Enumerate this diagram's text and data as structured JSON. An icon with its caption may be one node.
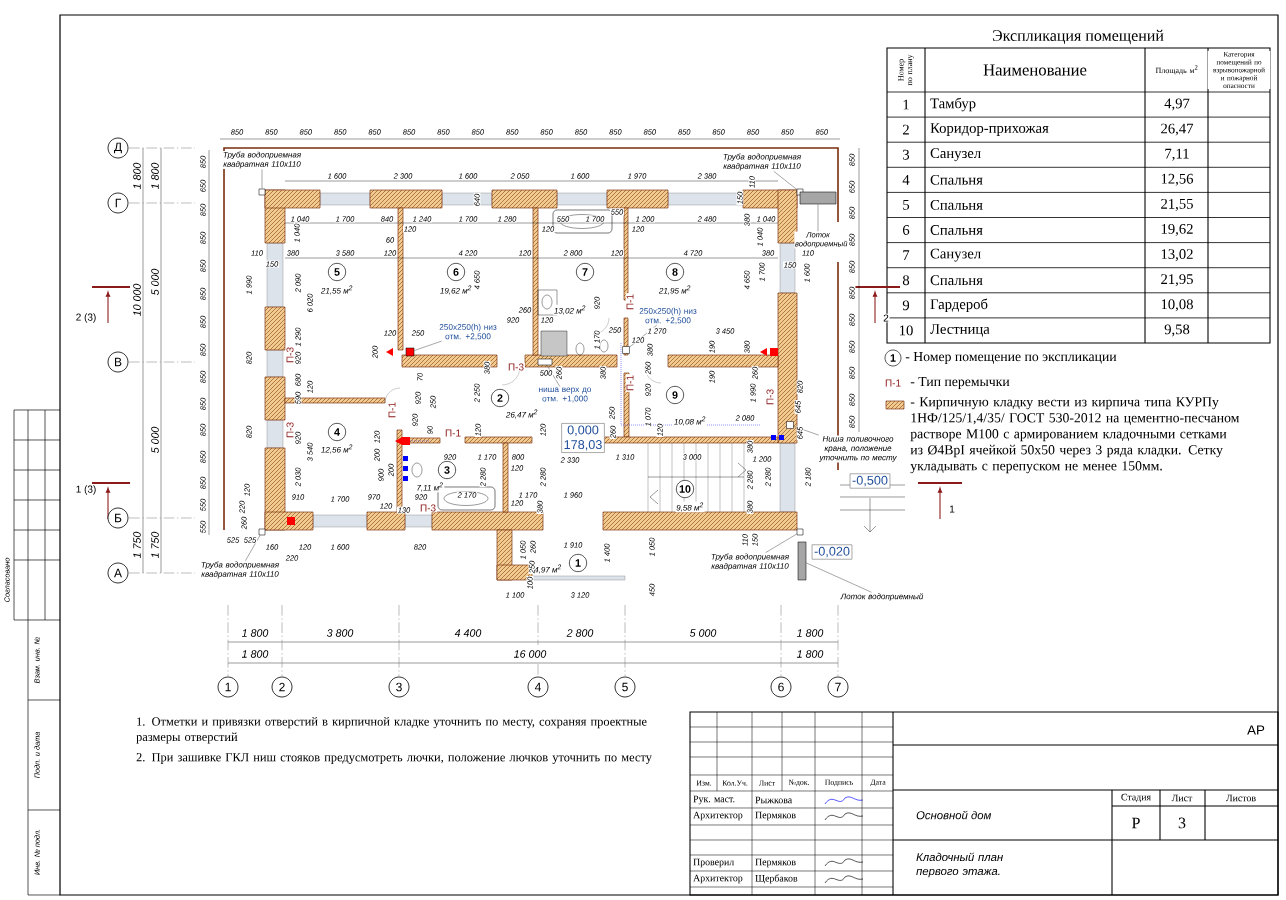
{
  "diagram": {
    "nodes": [
      {
        "text": [
          "Д"
        ]
      },
      {
        "text": [
          "Г"
        ]
      },
      {
        "text": [
          "В"
        ]
      },
      {
        "text": [
          "Б"
        ]
      },
      {
        "text": [
          "А"
        ]
      },
      {
        "text": [
          "1"
        ]
      },
      {
        "text": [
          "2"
        ]
      },
      {
        "text": [
          "3"
        ]
      },
      {
        "text": [
          "4"
        ]
      },
      {
        "text": [
          "5"
        ]
      },
      {
        "text": [
          "6"
        ]
      },
      {
        "text": [
          "7"
        ]
      },
      {
        "text": [
          "1"
        ],
        "beside": [
          "4,97 м$^{2}$"
        ]
      },
      {
        "text": [
          "2"
        ],
        "beside": [
          "26,47 м$^{2}$"
        ]
      },
      {
        "text": [
          "3"
        ],
        "beside": [
          "7,11 м$^{2}$"
        ]
      },
      {
        "text": [
          "4"
        ],
        "beside": [
          "12,56 м$^{2}$"
        ]
      },
      {
        "text": [
          "5"
        ],
        "beside": [
          "21,55 м$^{2}$"
        ]
      },
      {
        "text": [
          "6"
        ],
        "beside": [
          "19,62 м$^{2}$"
        ]
      },
      {
        "text": [
          "7"
        ],
        "beside": [
          "13,02 м$^{2}$"
        ]
      },
      {
        "text": [
          "8"
        ],
        "beside": [
          "21,95 м$^{2}$"
        ]
      },
      {
        "text": [
          "9"
        ],
        "beside": [
          "10,08 м$^{2}$"
        ]
      },
      {
        "text": [
          "10"
        ],
        "beside": [
          "9,58 м$^{2}$"
        ]
      },
      {
        "text": [
          "1"
        ]
      },
      {
        "text": [
          "Труба водоприемная квадратная 110x110"
        ]
      },
      {
        "text": [
          "Труба водоприемная квадратная 110x110"
        ]
      },
      {
        "text": [
          "Труба водоприемная квадратная 110x110"
        ]
      },
      {
        "text": [
          "Труба водоприемная квадратная 110x110"
        ]
      },
      {
        "text": [
          "Лоток водоприемный"
        ]
      },
      {
        "text": [
          "Лоток водоприемный"
        ]
      },
      {
        "text": [
          "Ниша поливочного крана, положение уточнить по месту"
        ]
      },
      {
        "text": [
          "250x250(h) низ отм. +2,500"
        ]
      },
      {
        "text": [
          "250x250(h) низ отм. +2,500"
        ]
      },
      {
        "text": [
          "ниша верх до отм. +1,000"
        ]
      },
      {
        "text": [
          "0,000",
          "178,03"
        ]
      },
      {
        "text": [
          "-0,500"
        ]
      },
      {
        "text": [
          "-0,020"
        ]
      },
      {
        "text": [],
        "shape": "box"
      },
      {
        "text": [],
        "shape": "box"
      },
      {
        "text": [],
        "shape": "box"
      },
      {
        "text": [],
        "shape": "box"
      },
      {
        "text": [],
        "shape": "box"
      },
      {
        "text": [],
        "shape": "box"
      },
      {
        "text": [],
        "shape": "box"
      },
      {
        "text": [],
        "shape": "box"
      },
      {
        "text": [],
        "shape": "box"
      },
      {
        "text": [],
        "shape": "box"
      }
    ],
    "edges": [
      {
        "from": 23,
        "to": 36,
        "arrow": "none"
      },
      {
        "from": 24,
        "to": 37,
        "arrow": "none"
      },
      {
        "from": 25,
        "to": 38,
        "arrow": "none"
      },
      {
        "from": 26,
        "to": 39,
        "arrow": "none"
      },
      {
        "from": 27,
        "to": 40,
        "arrow": "none"
      },
      {
        "from": 28,
        "to": 41,
        "arrow": "none"
      },
      {
        "from": 29,
        "to": 42,
        "arrow": "none"
      },
      {
        "from": 30,
        "to": 43,
        "arrow": "none"
      },
      {
        "from": 31,
        "to": 44,
        "arrow": "none"
      },
      {
        "from": 32,
        "to": 45,
        "arrow": "none"
      }
    ],
    "labels": [
      "Экспликация помещений",
      "Номер по плану",
      "Наименование",
      "Площадь м$^{2}$",
      "Категория помещений по взрывопожарной и пожарной опасности",
      "1",
      "Тамбур",
      "4,97",
      "2",
      "Коридор-прихожая",
      "26,47",
      "3",
      "Санузел",
      "7,11",
      "4",
      "Спальня",
      "12,56",
      "5",
      "Спальня",
      "21,55",
      "6",
      "Спальня",
      "19,62",
      "7",
      "Санузел",
      "13,02",
      "8",
      "Спальня",
      "21,95",
      "9",
      "Гардероб",
      "10,08",
      "10",
      "Лестница",
      "9,58",
      "П-1",
      "1. Отметки и привязки отверстий в кирпичной кладке уточнить по месту, сохраняя проектные размеры отверстий",
      "2. При зашивке ГКЛ ниш стояков предусмотреть лючки, положение лючков уточнить по месту",
      "Изм.",
      "Кол.Уч.",
      "Лист",
      "№док.",
      "Подпись",
      "Дата",
      "Рук. маст.",
      "Рыжкова",
      "Архитектор",
      "Пермяков",
      "Проверил",
      "Пермяков",
      "Архитектор",
      "Щербаков",
      "АР",
      "Стадия",
      "Лист",
      "Листов",
      "Р",
      "3",
      "Основной дом",
      "Кладочный план первого этажа.",
      "Согласовано",
      "Взам. инв. №",
      "Подп. и дата",
      "Инв. № подл.",
      "2 (3)",
      "1 (3)",
      "2",
      "1",
      "П-3",
      "П-3",
      "П-1",
      "П-1",
      "П-3",
      "П-1",
      "П-1",
      "П-3",
      "П-3",
      "850",
      "850",
      "850",
      "850",
      "850",
      "850",
      "850",
      "850",
      "850",
      "850",
      "850",
      "850",
      "850",
      "850",
      "850",
      "850",
      "850",
      "850",
      "850",
      "650",
      "850",
      "850",
      "850",
      "850",
      "850",
      "850",
      "850",
      "850",
      "850",
      "850",
      "850",
      "550",
      "550",
      "850",
      "650",
      "850",
      "850",
      "850",
      "850",
      "850",
      "850",
      "850",
      "850",
      "850",
      "1 800",
      "1 800",
      "10 000",
      "5 000",
      "5 000",
      "1 750",
      "1 750",
      "1 800",
      "3 800",
      "4 400",
      "2 800",
      "5 000",
      "1 800",
      "1 800",
      "16 000",
      "1 800",
      "1 600",
      "2 300",
      "1 600",
      "2 050",
      "1 600",
      "1 970",
      "2 380",
      "1 040",
      "1 700",
      "840",
      "1 240",
      "1 700",
      "1 280",
      "550",
      "1 700",
      "550",
      "1 200",
      "2 480",
      "1 040",
      "380",
      "3 580",
      "120",
      "4 220",
      "120",
      "2 800",
      "120",
      "4 720",
      "380",
      "120",
      "120",
      "120",
      "60",
      "1 040",
      "110",
      "150",
      "1 990",
      "2 090",
      "6 020",
      "1 290",
      "820",
      "920",
      "680",
      "120",
      "590",
      "820",
      "920",
      "3 540",
      "2 030",
      "910",
      "1 700",
      "970",
      "120",
      "130",
      "920",
      "120",
      "220",
      "260",
      "525",
      "525",
      "160",
      "220",
      "120",
      "1 600",
      "820",
      "120",
      "200",
      "900",
      "200",
      "920",
      "1 170",
      "2 170",
      "2 280",
      "120",
      "920",
      "90",
      "120",
      "250",
      "200",
      "70",
      "920",
      "250",
      "2 250",
      "380",
      "110",
      "150",
      "380",
      "1 040",
      "1 700",
      "110",
      "150",
      "4 650",
      "4 650",
      "1 600",
      "640",
      "920",
      "260",
      "920",
      "120",
      "1 170",
      "250",
      "120",
      "1 270",
      "3 450",
      "380",
      "190",
      "380",
      "500",
      "260",
      "380",
      "260",
      "920",
      "190",
      "1 990",
      "260",
      "820",
      "120",
      "250",
      "260",
      "1 070",
      "120",
      "2 080",
      "645",
      "645",
      "800",
      "2 330",
      "1 310",
      "3 000",
      "1 200",
      "120",
      "2 280",
      "2 280",
      "2 280",
      "2 180",
      "380",
      "1 170",
      "1 960",
      "120",
      "380",
      "380",
      "110",
      "150",
      "1 910",
      "1 050",
      "260",
      "250",
      "100",
      "1 400",
      "1 050",
      "450",
      "1 100",
      "3 120"
    ],
    "legend": [
      {
        "text": "- Номер помещение по экспликации"
      },
      {
        "text": "- Тип перемычки"
      },
      {
        "text": "- Кирпичную кладку вести из кирпича типа КУРПу 1НФ/125/1,4/35/ ГОСТ 530-2012 на цементно-песчаном растворе М100 с армированием кладочными сетками из Ø4ВрI ячейкой 50x50 через 3 ряда кладки. Сетку укладывать с перепуском не менее 150мм."
      }
    ]
  }
}
